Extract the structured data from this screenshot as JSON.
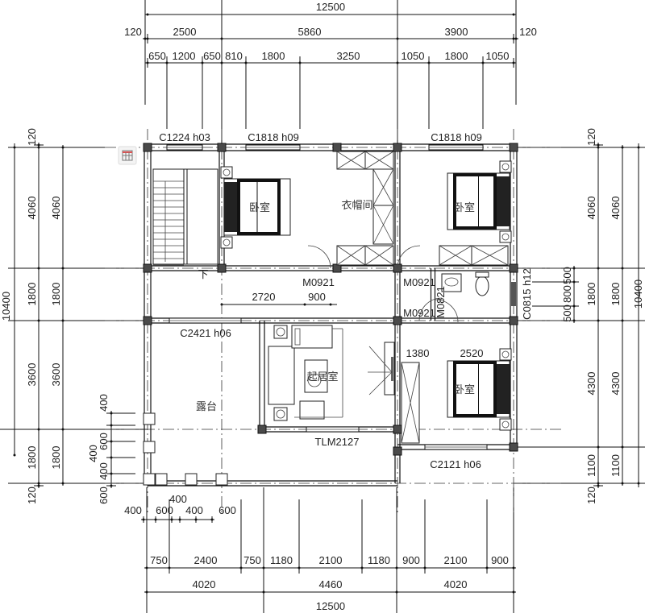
{
  "top_dims": {
    "overall": [
      "12500"
    ],
    "axes": [
      "120",
      "2500",
      "5860",
      "3900",
      "120"
    ],
    "openings": [
      "650",
      "1200",
      "650",
      "810",
      "1800",
      "3250",
      "1050",
      "1800",
      "1050"
    ],
    "windows": [
      "C1224  h03",
      "C1818  h09",
      "C1818  h09"
    ]
  },
  "bottom_dims": {
    "openings": [
      "750",
      "2400",
      "750",
      "1180",
      "2100",
      "1180",
      "900",
      "2100",
      "900"
    ],
    "axes": [
      "4020",
      "4460",
      "4020"
    ],
    "overall": [
      "12500"
    ],
    "terrace": [
      "400",
      "600",
      "400",
      "600",
      "400"
    ]
  },
  "left_dims": {
    "overall": [
      "10400"
    ],
    "outer": [
      "120",
      "4060",
      "1800",
      "3600",
      "1800",
      "120"
    ],
    "inner": [
      "4060",
      "1800",
      "3600",
      "1800"
    ],
    "terrace": [
      "400",
      "600",
      "400",
      "600",
      "400"
    ]
  },
  "right_dims": {
    "overall": [
      "10400"
    ],
    "outer": [
      "120",
      "4060",
      "1800",
      "4300",
      "1100",
      "120"
    ],
    "inner": [
      "4060",
      "1800",
      "4300",
      "1100"
    ],
    "window_detail": [
      "500",
      "800",
      "500"
    ],
    "window_label": "C0815  h12"
  },
  "rooms": [
    "卧室",
    "衣帽间",
    "卧室",
    "露台",
    "起居室",
    "卧室"
  ],
  "labels": {
    "door1": "M0921",
    "door1_width": "900",
    "corridor": "2720",
    "door2": "M0921",
    "door3": "M0921",
    "door4": "M0821",
    "dim_1380": "1380",
    "dim_2520": "2520",
    "window_terrace": "C2421  h06",
    "sliding_door": "TLM2127",
    "window_bedroom3": "C2121  h06",
    "stair_down": "下"
  },
  "overlay_icon": "screenshot-table-icon"
}
